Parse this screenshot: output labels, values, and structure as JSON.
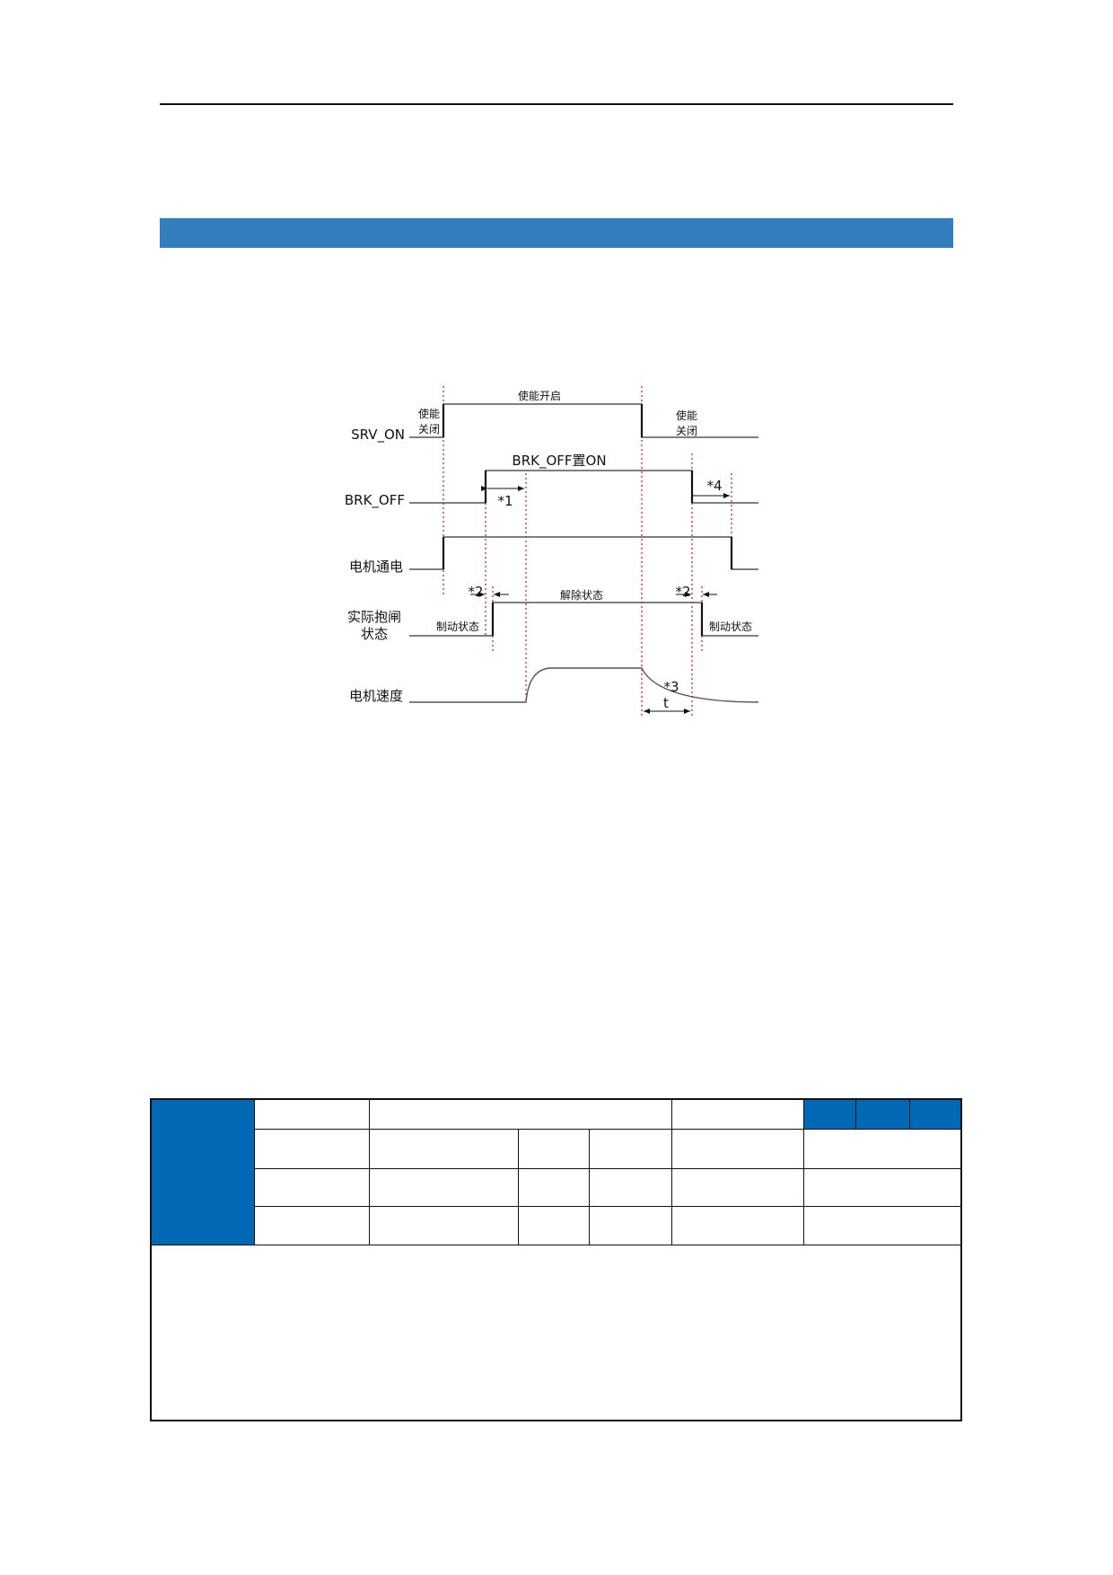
{
  "colors": {
    "header_bar": "#337ebf",
    "table_accent": "#0068b4",
    "guide_line": "#e0202a"
  },
  "diagram": {
    "signals": {
      "srv_on": "SRV_ON",
      "brk_off": "BRK_OFF",
      "motor_power": "电机通电",
      "brake_state_line1": "实际抱闸",
      "brake_state_line2": "状态",
      "motor_speed": "电机速度"
    },
    "annotations": {
      "enable_on": "使能开启",
      "enable_off_left_1": "使能",
      "enable_off_left_2": "关闭",
      "enable_off_right_1": "使能",
      "enable_off_right_2": "关闭",
      "brk_off_on": "BRK_OFF置ON",
      "released": "解除状态",
      "braking_left": "制动状态",
      "braking_right": "制动状态",
      "note1": "*1",
      "note2_left": "*2",
      "note2_right": "*2",
      "note3": "*3",
      "note4": "*4",
      "t": "t"
    }
  }
}
